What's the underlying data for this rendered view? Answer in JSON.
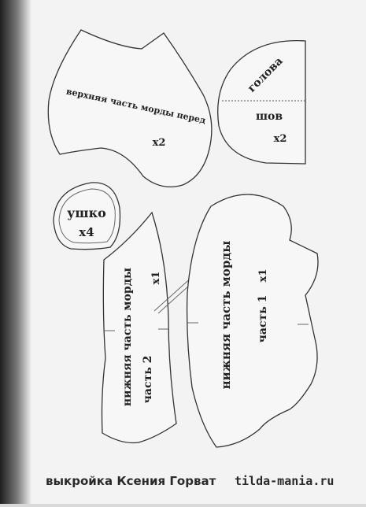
{
  "pieces": {
    "upper_muzzle": {
      "label": "верхняя часть морды перед",
      "count": "x2"
    },
    "head": {
      "label": "голова",
      "seam": "шов",
      "count": "x2"
    },
    "ear": {
      "label": "ушко",
      "count": "x4"
    },
    "lower_part2": {
      "label": "нижняя часть морды",
      "part": "часть 2",
      "count": "x1"
    },
    "lower_part1": {
      "label": "нижняя часть морды",
      "part": "часть 1",
      "count": "x1"
    }
  },
  "footer": {
    "credit": "выкройка Ксения Горват",
    "site": "tilda-mania.ru"
  }
}
